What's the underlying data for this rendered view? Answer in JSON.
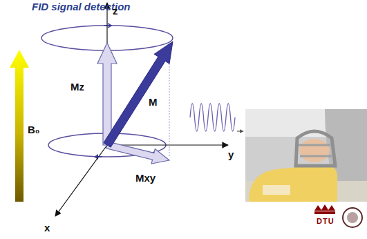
{
  "diagram": {
    "title": "FID signal detection",
    "labels": [
      "z",
      "B₀",
      "Mz",
      "M",
      "y",
      "Mxy",
      "x",
      "DTU"
    ]
  }
}
